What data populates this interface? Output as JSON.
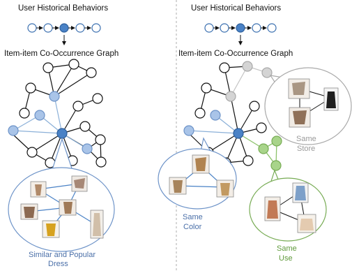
{
  "left_panel": {
    "title": "User Historical Behaviors",
    "graph_title": "Item-item Co-Occurrence Graph",
    "caption_line1": "Similar and Popular",
    "caption_line2": "Dress"
  },
  "right_panel": {
    "title": "User Historical Behaviors",
    "graph_title": "Item-item Co-Occurrence Graph",
    "store_caption_line1": "Same",
    "store_caption_line2": "Store",
    "color_caption_line1": "Same",
    "color_caption_line2": "Color",
    "use_caption_line1": "Same",
    "use_caption_line2": "Use"
  },
  "colors": {
    "similar_blue": "#a9c4e8",
    "center_blue": "#4a82c6",
    "store_gray": "#d4d4d4",
    "use_green": "#a8d48a",
    "caption_blue": "#4a6fa8",
    "caption_gray": "#9a9a9a",
    "caption_green": "#5f9a3b"
  },
  "icons": [
    "dress-thumbnail",
    "coat-thumbnail",
    "skirt-thumbnail",
    "scarf-thumbnail"
  ]
}
